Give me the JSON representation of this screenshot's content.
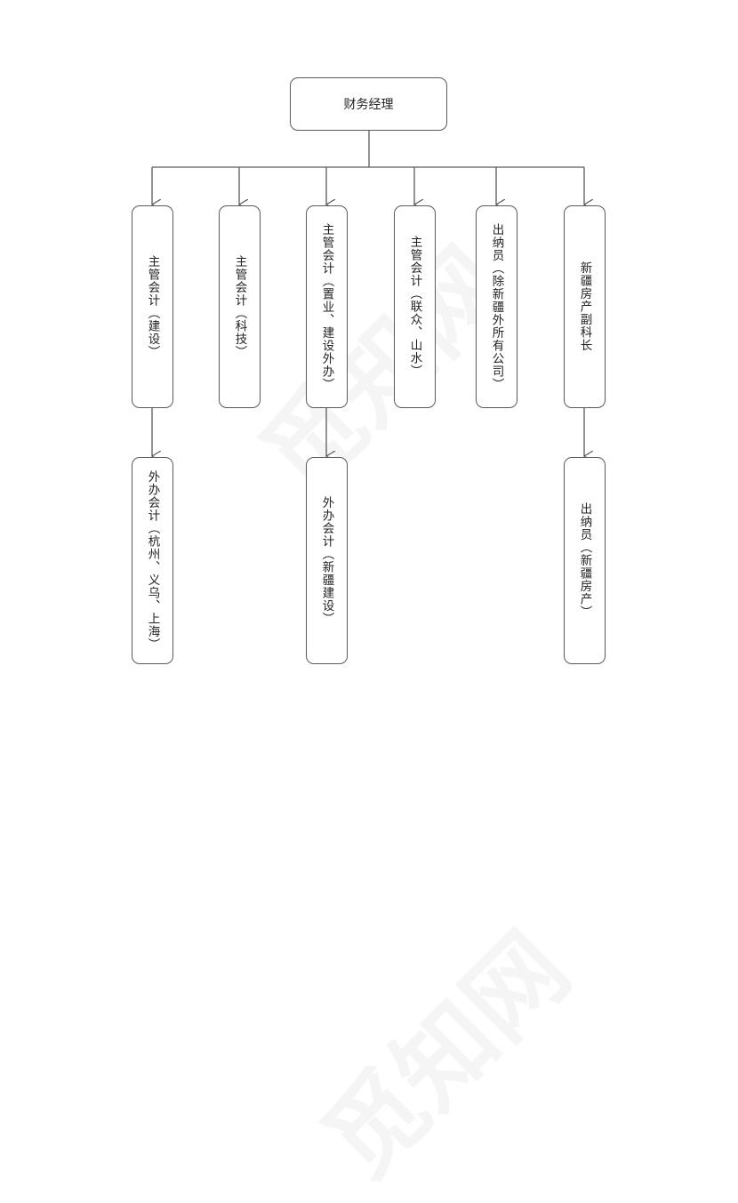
{
  "diagram": {
    "type": "org-chart",
    "root": {
      "label": "财务经理"
    },
    "level1": [
      {
        "id": "n1",
        "label": "主管会计（建设）"
      },
      {
        "id": "n2",
        "label": "主管会计（科技）"
      },
      {
        "id": "n3",
        "label": "主管会计（置业、建设外办）"
      },
      {
        "id": "n4",
        "label": "主管会计（联众、山水）"
      },
      {
        "id": "n5",
        "label": "出纳员（除新疆外所有公司）"
      },
      {
        "id": "n6",
        "label": "新疆房产副科长"
      }
    ],
    "level2": [
      {
        "id": "c1",
        "parent": "n1",
        "label": "外办会计（杭州、义乌、上海）"
      },
      {
        "id": "c3",
        "parent": "n3",
        "label": "外办会计（新疆建设）"
      },
      {
        "id": "c6",
        "parent": "n6",
        "label": "出纳员（新疆房产）"
      }
    ],
    "edges": [
      [
        "root",
        "n1"
      ],
      [
        "root",
        "n2"
      ],
      [
        "root",
        "n3"
      ],
      [
        "root",
        "n4"
      ],
      [
        "root",
        "n5"
      ],
      [
        "root",
        "n6"
      ],
      [
        "n1",
        "c1"
      ],
      [
        "n3",
        "c3"
      ],
      [
        "n6",
        "c6"
      ]
    ]
  },
  "watermark": {
    "text": "觅知网"
  },
  "colors": {
    "line": "#5a5a5a",
    "background": "#ffffff",
    "text": "#222222"
  }
}
